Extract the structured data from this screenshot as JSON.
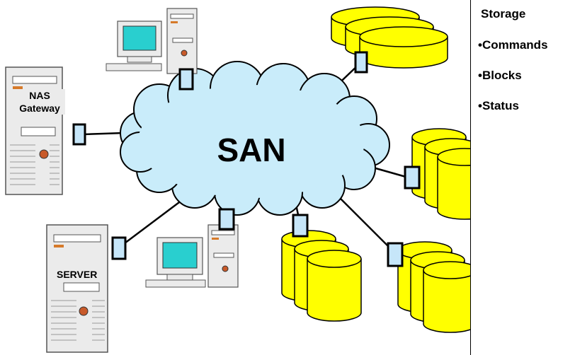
{
  "diagram": {
    "center_label": "SAN",
    "nodes": {
      "nas_gateway": "NAS\nGateway",
      "server": "SERVER"
    }
  },
  "storage_panel": {
    "title": "Storage",
    "items": [
      "•Commands",
      "•Blocks",
      "•Status"
    ]
  },
  "colors": {
    "cloud_fill": "#c9ecfa",
    "disk_fill": "#ffff00",
    "connector_fill": "#c6e6f9",
    "tower_fill": "#ebebeb",
    "monitor_screen": "#29cfcf",
    "power_button": "#c85a2a"
  }
}
